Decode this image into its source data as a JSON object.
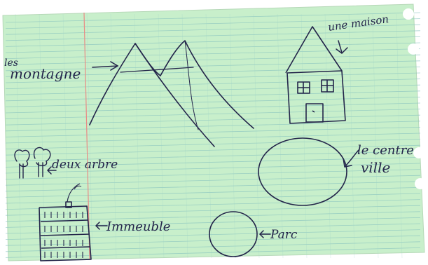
{
  "page": {
    "paper_color": "#c8efcb",
    "line_color": "#8bc5c0",
    "margin_color": "#e88c86",
    "ink_color": "#23254a"
  },
  "labels": {
    "mountains_line1": "les",
    "mountains_line2": "montagne",
    "house": "une maison",
    "city_center_line1": "le centre",
    "city_center_line2": "ville",
    "trees": "deux arbre",
    "building": "Immeuble",
    "park": "Parc"
  },
  "icons": [
    "mountain-drawing",
    "house-drawing",
    "tree-drawing",
    "building-drawing",
    "city-center-circle",
    "park-circle",
    "arrow-icon"
  ]
}
